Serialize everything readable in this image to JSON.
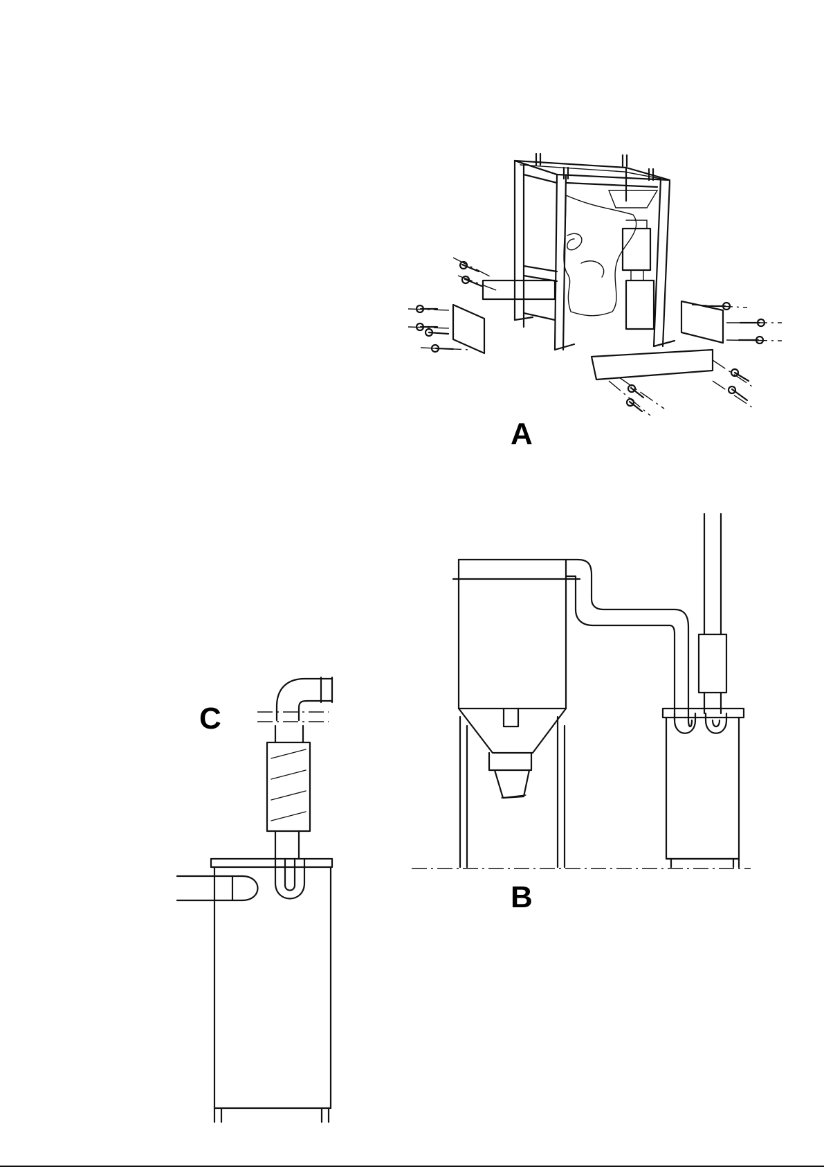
{
  "figures": {
    "a": {
      "label": "A"
    },
    "b": {
      "label": "B"
    },
    "c": {
      "label": "C"
    }
  }
}
